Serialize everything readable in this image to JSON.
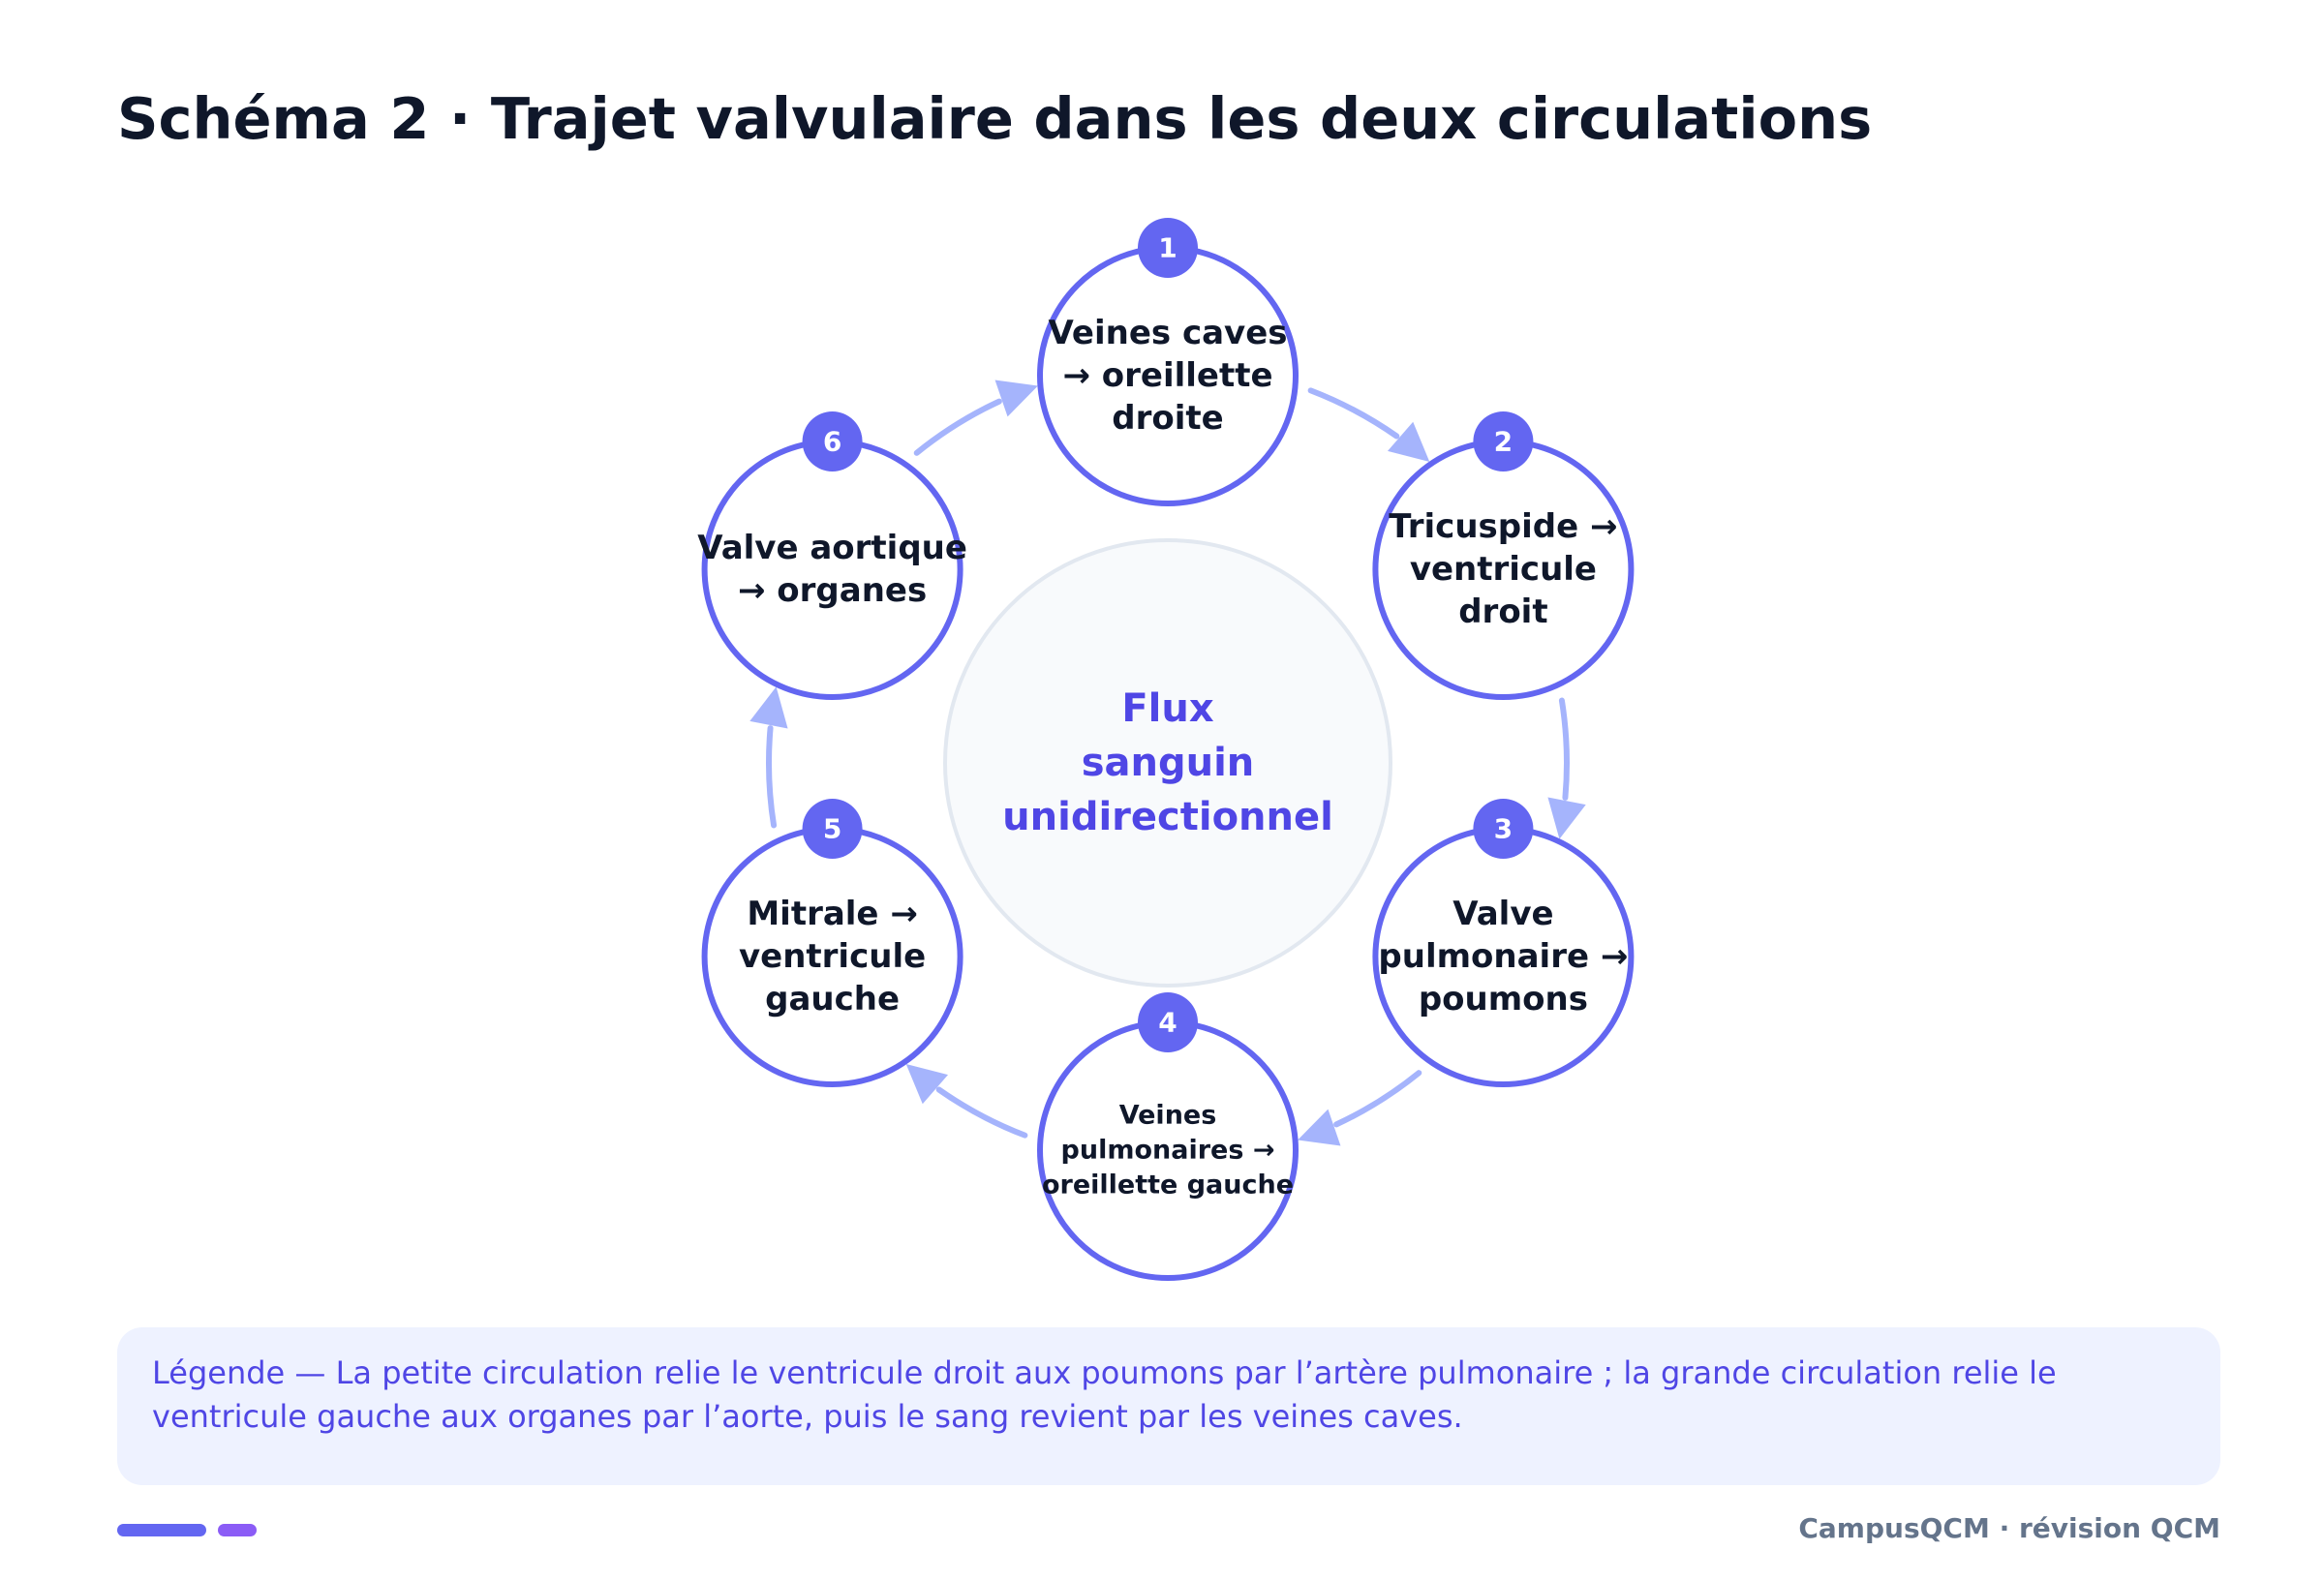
{
  "header": {
    "title": "Schéma 2 · Trajet valvulaire dans les deux circulations"
  },
  "diagram": {
    "center_label_lines": [
      "Flux",
      "sanguin",
      "unidirectionnel"
    ],
    "steps": [
      {
        "number": "1",
        "lines": [
          "Veines caves",
          "→ oreillette",
          "droite"
        ]
      },
      {
        "number": "2",
        "lines": [
          "Tricuspide →",
          "ventricule",
          "droit"
        ]
      },
      {
        "number": "3",
        "lines": [
          "Valve",
          "pulmonaire →",
          "poumons"
        ]
      },
      {
        "number": "4",
        "lines": [
          "Veines",
          "pulmonaires →",
          "oreillette gauche"
        ]
      },
      {
        "number": "5",
        "lines": [
          "Mitrale →",
          "ventricule",
          "gauche"
        ]
      },
      {
        "number": "6",
        "lines": [
          "Valve aortique",
          "→ organes"
        ]
      }
    ]
  },
  "legend": {
    "text": "Légende — La petite circulation relie le ventricule droit aux poumons par l’artère pulmonaire ; la grande circulation relie le ventricule gauche aux organes par l’aorte, puis le sang revient par les veines caves."
  },
  "footer": {
    "brand": "CampusQCM · révision QCM"
  },
  "colors": {
    "accent": "#6366f1",
    "arrow": "#a5b4fc",
    "title": "#0f172a",
    "node_text": "#0f172a",
    "center_text": "#4f46e5",
    "center_fill": "#f8fafc",
    "center_stroke": "#e2e8f0",
    "legend_bg": "#eef2ff",
    "legend_text": "#4f46e5",
    "footer_text": "#64748b",
    "bar_a": "#6366f1",
    "bar_b": "#8b5cf6"
  }
}
